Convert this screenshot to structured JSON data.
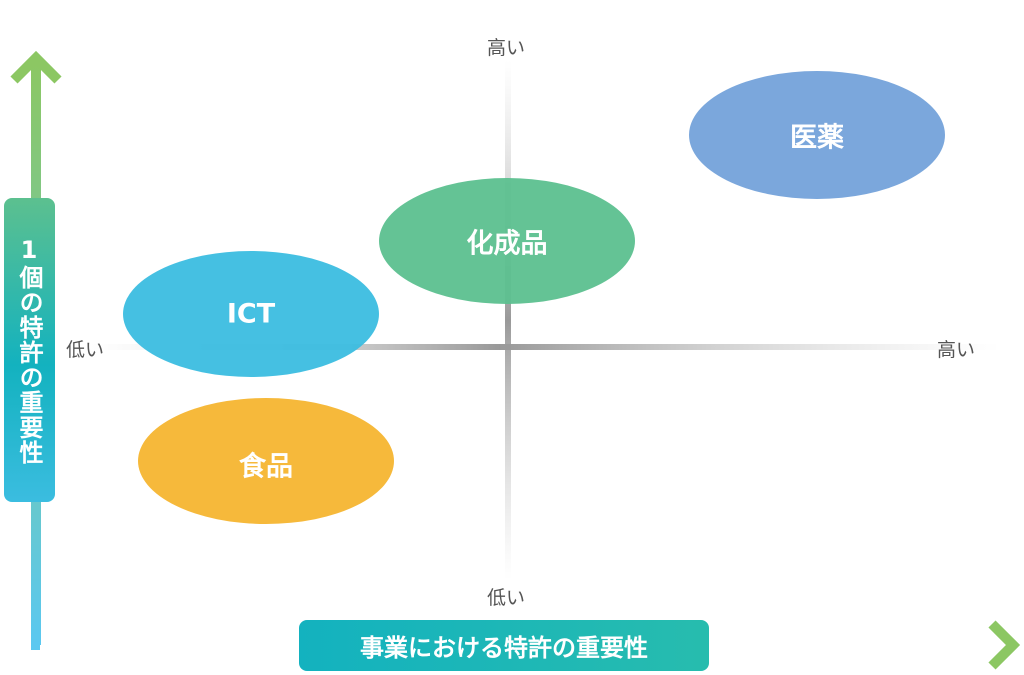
{
  "axes": {
    "y_label": "1個の特許の重要性",
    "x_label": "事業における特許の重要性",
    "top": "高い",
    "bottom": "低い",
    "left": "低い",
    "right": "高い"
  },
  "items": [
    {
      "label": "医薬",
      "color": "#7ba7dc"
    },
    {
      "label": "化成品",
      "color": "#5cc08f"
    },
    {
      "label": "ICT",
      "color": "#3bbde0"
    },
    {
      "label": "食品",
      "color": "#f6b93b"
    }
  ]
}
